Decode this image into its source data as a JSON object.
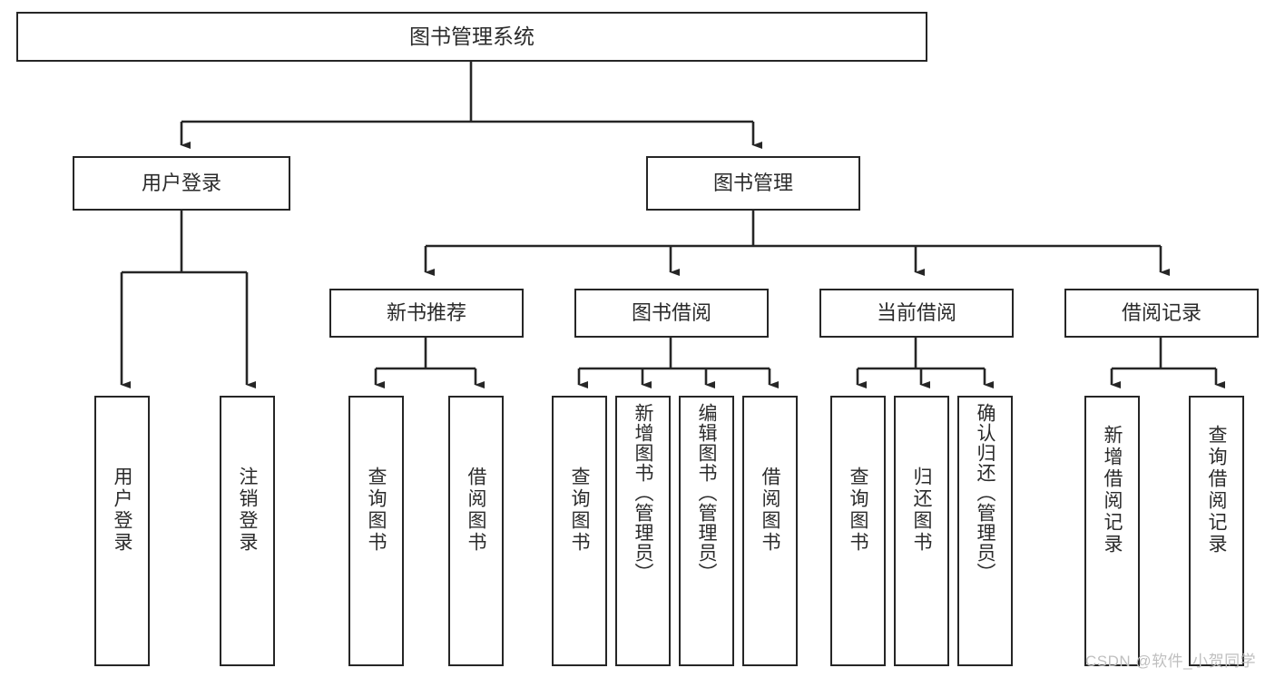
{
  "diagram": {
    "type": "tree-hierarchy",
    "title": "图书管理系统",
    "root": {
      "label": "图书管理系统"
    },
    "level2": [
      {
        "label": "用户登录"
      },
      {
        "label": "图书管理"
      }
    ],
    "level3": [
      {
        "label": "新书推荐"
      },
      {
        "label": "图书借阅"
      },
      {
        "label": "当前借阅"
      },
      {
        "label": "借阅记录"
      }
    ],
    "leaves": {
      "user_login": [
        {
          "label": "用户登录"
        },
        {
          "label": "注销登录"
        }
      ],
      "new_book_recommend": [
        {
          "label": "查询图书"
        },
        {
          "label": "借阅图书"
        }
      ],
      "book_borrow": [
        {
          "label": "查询图书"
        },
        {
          "label": "新增图书（管理员）"
        },
        {
          "label": "编辑图书（管理员）"
        },
        {
          "label": "借阅图书"
        }
      ],
      "current_borrow": [
        {
          "label": "查询图书"
        },
        {
          "label": "归还图书"
        },
        {
          "label": "确认归还（管理员）"
        }
      ],
      "borrow_record": [
        {
          "label": "新增借阅记录"
        },
        {
          "label": "查询借阅记录"
        }
      ]
    }
  },
  "watermark": {
    "text": "CSDN @软件_小贺同学"
  },
  "colors": {
    "stroke": "#262626",
    "box_fill": "#ffffff",
    "text": "#2b2b2b",
    "watermark": "#bfbfbf",
    "background": "#ffffff"
  }
}
